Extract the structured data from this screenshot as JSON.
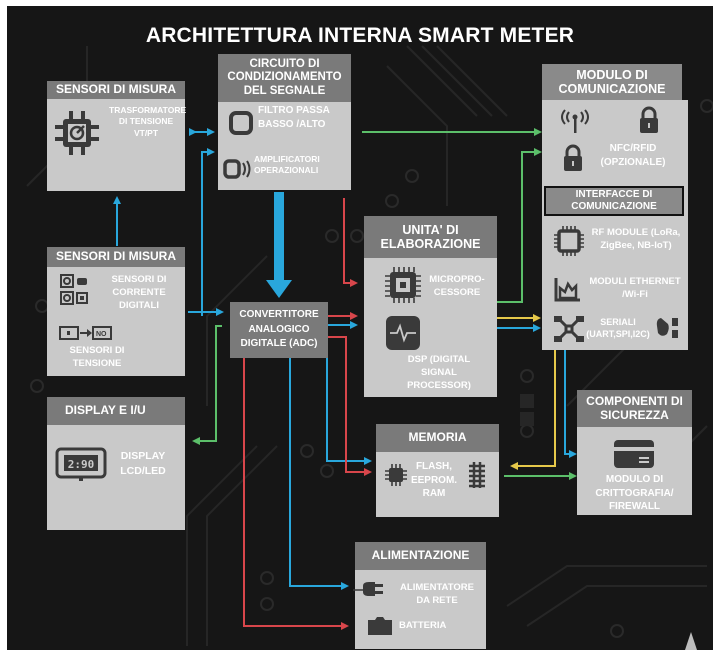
{
  "title": "ARCHITETTURA INTERNA SMART METER",
  "colors": {
    "background": "#161616",
    "header": "#7a7a7a",
    "box": "#c9c9c9",
    "icon": "#3a3a3a",
    "blue": "#29a7dc",
    "green": "#5cbf6a",
    "red": "#d8464b",
    "yellow": "#e6c84a"
  },
  "blocks": {
    "sensori_vt": {
      "header": "SENSORI DI MISURA",
      "item": "TRASFORMATORE DI TENSIONE VT/PT",
      "icon": "chip-gauge-icon"
    },
    "condizionamento": {
      "header": "CIRCUITO DI CONDIZIONAMENTO DEL SEGNALE",
      "items": [
        {
          "label": "FILTRO PASSA BASSO /ALTO",
          "icon": "square-filter-icon"
        },
        {
          "label": "AMPLIFICATORI OPERAZIONALI",
          "icon": "amplifier-icon"
        }
      ]
    },
    "sensori_corrente": {
      "header": "SENSORI DI MISURA",
      "items": [
        {
          "label": "SENSORI DI CORRENTE DIGITALI",
          "icon": "sensor-grid-icon"
        },
        {
          "label": "SENSORI DI TENSIONE",
          "icon": "voltage-sensor-icon"
        }
      ]
    },
    "display": {
      "header": "DISPLAY E I/U",
      "item": "DISPLAY LCD/LED",
      "icon": "lcd-display-icon",
      "icon_text": "2:90"
    },
    "adc": {
      "label": "CONVERTITORE ANALOGICO DIGITALE (ADC)"
    },
    "elaborazione": {
      "header": "UNITA' DI ELABORAZIONE",
      "items": [
        {
          "label": "MICROPRO- CESSORE",
          "icon": "microprocessor-icon"
        },
        {
          "label": "DSP (DIGITAL SIGNAL PROCESSOR)",
          "icon": "dsp-waveform-icon"
        }
      ]
    },
    "comunicazione": {
      "header": "MODULO DI COMUNICAZIONE",
      "items": [
        {
          "label": "NFC/RFID (OPZIONALE)",
          "icon": "antenna-icon"
        }
      ],
      "subheader": "INTERFACCE DI COMUNICAZIONE",
      "interfaces": [
        {
          "label": "RF MODULE (LoRa, ZigBee, NB-IoT)",
          "icon": "rf-chip-icon"
        },
        {
          "label": "MODULI ETHERNET /Wi-Fi",
          "icon": "ethernet-icon"
        },
        {
          "label": "SERIALI (UART,SPI,I2C)",
          "icon": "serial-icon"
        }
      ]
    },
    "memoria": {
      "header": "MEMORIA",
      "item": "FLASH, EEPROM. RAM",
      "icon": "memory-chip-icon"
    },
    "sicurezza": {
      "header": "COMPONENTI DI SICUREZZA",
      "item": "MODULO DI CRITTOGRAFIA/ FIREWALL",
      "icon": "card-icon"
    },
    "alimentazione": {
      "header": "ALIMENTAZIONE",
      "items": [
        {
          "label": "ALIMENTATORE DA RETE",
          "icon": "plug-icon"
        },
        {
          "label": "BATTERIA",
          "icon": "battery-icon"
        }
      ]
    }
  }
}
